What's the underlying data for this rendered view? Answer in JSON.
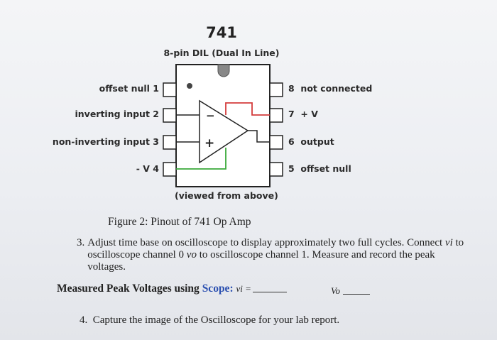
{
  "diagram": {
    "title": "741",
    "subtitle": "8-pin DIL (Dual In Line)",
    "viewed_note": "(viewed from above)",
    "pins": [
      {
        "num": "1",
        "label": "offset null"
      },
      {
        "num": "2",
        "label": "inverting input"
      },
      {
        "num": "3",
        "label": "non-inverting input"
      },
      {
        "num": "4",
        "label": "- V"
      },
      {
        "num": "8",
        "label": "not connected"
      },
      {
        "num": "7",
        "label": "+ V"
      },
      {
        "num": "6",
        "label": "output"
      },
      {
        "num": "5",
        "label": "offset null"
      }
    ],
    "opamp_minus": "−",
    "opamp_plus": "+",
    "colors": {
      "plus_v_wire": "#d43c3c",
      "minus_v_wire": "#3aaa3a",
      "chip_outline": "#222222"
    }
  },
  "caption": "Figure 2: Pinout of 741 Op Amp",
  "step3": {
    "number": "3.",
    "part1": "Adjust time base on oscilloscope to display approximately two full cycles. Connect ",
    "v_i": "vi",
    "part2": " to oscilloscope channel 0 ",
    "v_o": "vo",
    "part3": " to oscilloscope channel 1.  Measure and record the peak voltages."
  },
  "measured": {
    "label": "Measured Peak Voltages using ",
    "scope_word": "Scope:",
    "vi_label": "vi =",
    "vo_label": "Vo"
  },
  "step4": {
    "number": "4.",
    "text": "Capture the image of the Oscilloscope for your lab report."
  }
}
